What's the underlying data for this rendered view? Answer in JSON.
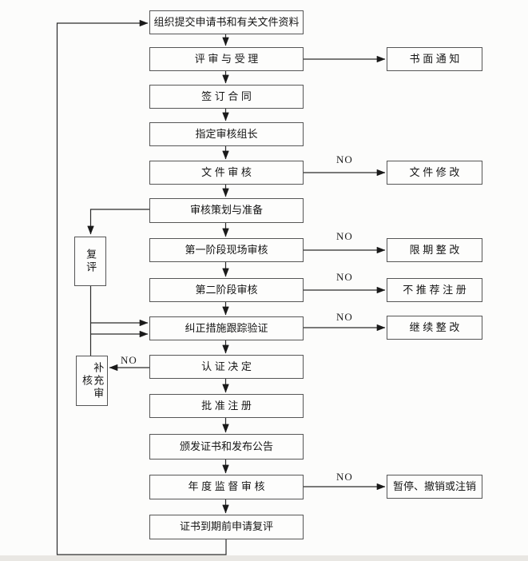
{
  "labels": {
    "no": "NO"
  },
  "colors": {
    "background": "#fcfcfb",
    "box_border": "#565656",
    "line": "#2b2b2b",
    "text": "#151515"
  },
  "main_steps": [
    {
      "id": "submit-application",
      "label": "组织提交申请书和有关文件资料"
    },
    {
      "id": "review-acceptance",
      "label": "评 审 与 受 理"
    },
    {
      "id": "sign-contract",
      "label": "签 订 合 同"
    },
    {
      "id": "appoint-audit-team-leader",
      "label": "指定审核组长"
    },
    {
      "id": "document-review",
      "label": "文 件 审 核"
    },
    {
      "id": "audit-planning-preparation",
      "label": "审核策划与准备"
    },
    {
      "id": "stage1-onsite-audit",
      "label": "第一阶段现场审核"
    },
    {
      "id": "stage2-audit",
      "label": "第二阶段审核"
    },
    {
      "id": "corrective-action-verification",
      "label": "纠正措施跟踪验证"
    },
    {
      "id": "certification-decision",
      "label": "认 证 决 定"
    },
    {
      "id": "approve-registration",
      "label": "批 准 注 册"
    },
    {
      "id": "issue-certificate-announcement",
      "label": "颁发证书和发布公告"
    },
    {
      "id": "annual-surveillance-audit",
      "label": "年 度 监 督 审 核"
    },
    {
      "id": "apply-reassessment-before-expiry",
      "label": "证书到期前申请复评"
    }
  ],
  "right_outcomes": [
    {
      "id": "written-notice",
      "label": "书 面 通 知"
    },
    {
      "id": "document-revision",
      "label": "文 件 修 改"
    },
    {
      "id": "rectify-within-deadline",
      "label": "限 期 整 改"
    },
    {
      "id": "not-recommend-registration",
      "label": "不 推 荐 注 册"
    },
    {
      "id": "continue-rectification",
      "label": "继 续 整 改"
    },
    {
      "id": "suspend-revoke-cancel",
      "label": "暂停、撤销或注销"
    }
  ],
  "left_boxes": [
    {
      "id": "reassessment",
      "label": "复评"
    },
    {
      "id": "supplementary-audit",
      "label": "补充审核"
    }
  ],
  "edges": [
    {
      "from": "submit-application",
      "to": "review-acceptance",
      "label": ""
    },
    {
      "from": "review-acceptance",
      "to": "sign-contract",
      "label": ""
    },
    {
      "from": "sign-contract",
      "to": "appoint-audit-team-leader",
      "label": ""
    },
    {
      "from": "appoint-audit-team-leader",
      "to": "document-review",
      "label": ""
    },
    {
      "from": "document-review",
      "to": "audit-planning-preparation",
      "label": ""
    },
    {
      "from": "audit-planning-preparation",
      "to": "stage1-onsite-audit",
      "label": ""
    },
    {
      "from": "stage1-onsite-audit",
      "to": "stage2-audit",
      "label": ""
    },
    {
      "from": "stage2-audit",
      "to": "corrective-action-verification",
      "label": ""
    },
    {
      "from": "corrective-action-verification",
      "to": "certification-decision",
      "label": ""
    },
    {
      "from": "certification-decision",
      "to": "approve-registration",
      "label": ""
    },
    {
      "from": "approve-registration",
      "to": "issue-certificate-announcement",
      "label": ""
    },
    {
      "from": "issue-certificate-announcement",
      "to": "annual-surveillance-audit",
      "label": ""
    },
    {
      "from": "annual-surveillance-audit",
      "to": "apply-reassessment-before-expiry",
      "label": ""
    },
    {
      "from": "apply-reassessment-before-expiry",
      "to": "submit-application",
      "label": ""
    },
    {
      "from": "review-acceptance",
      "to": "written-notice",
      "label": ""
    },
    {
      "from": "document-review",
      "to": "document-revision",
      "label": "NO"
    },
    {
      "from": "stage1-onsite-audit",
      "to": "rectify-within-deadline",
      "label": "NO"
    },
    {
      "from": "stage2-audit",
      "to": "not-recommend-registration",
      "label": "NO"
    },
    {
      "from": "corrective-action-verification",
      "to": "continue-rectification",
      "label": "NO"
    },
    {
      "from": "annual-surveillance-audit",
      "to": "suspend-revoke-cancel",
      "label": "NO"
    },
    {
      "from": "certification-decision",
      "to": "supplementary-audit",
      "label": "NO"
    },
    {
      "from": "audit-planning-preparation",
      "to": "reassessment",
      "label": ""
    },
    {
      "from": "reassessment",
      "to": "corrective-action-verification",
      "label": ""
    },
    {
      "from": "supplementary-audit",
      "to": "corrective-action-verification",
      "label": ""
    }
  ]
}
